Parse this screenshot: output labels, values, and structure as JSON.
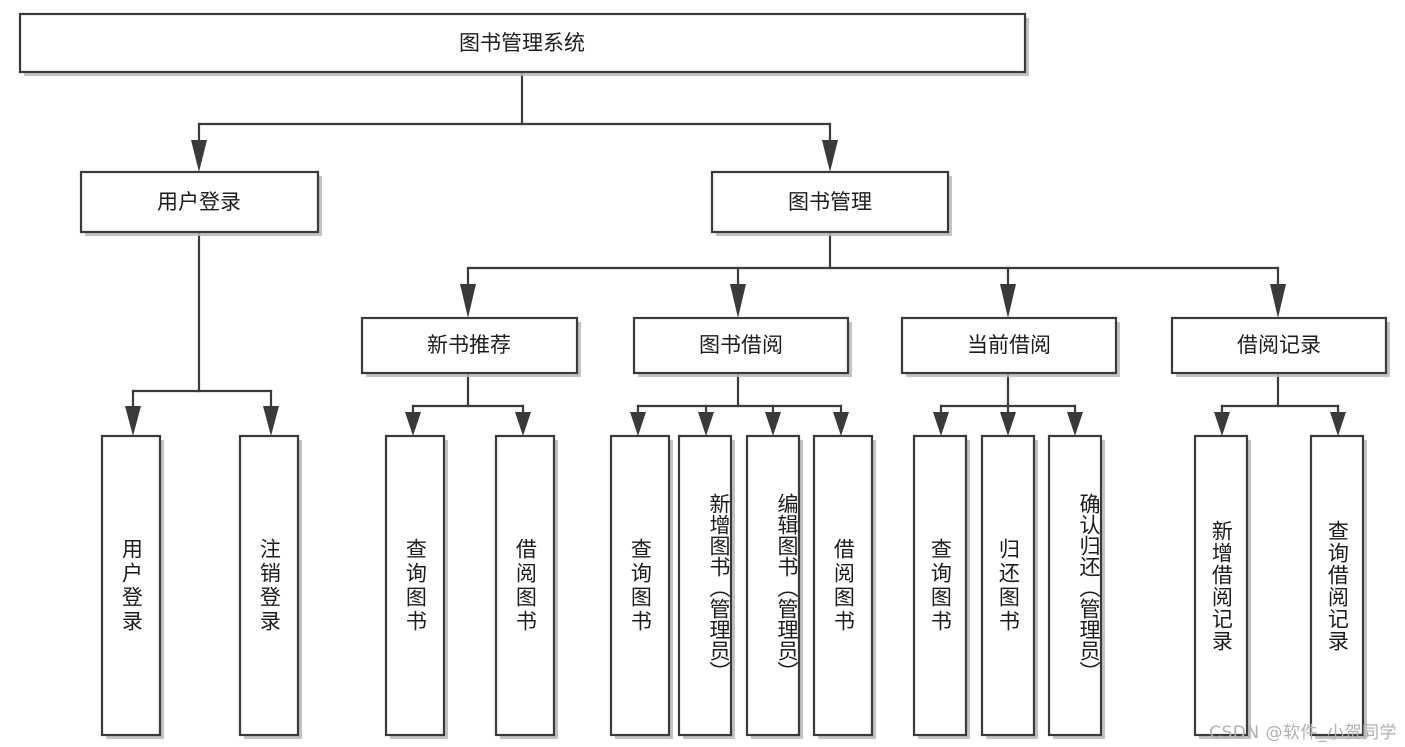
{
  "diagram": {
    "type": "tree-hierarchy-chart",
    "title": "图书管理系统",
    "root": {
      "id": "root",
      "label": "图书管理系统"
    },
    "level1": [
      {
        "id": "user-login",
        "label": "用户登录"
      },
      {
        "id": "book-management",
        "label": "图书管理"
      }
    ],
    "level2": [
      {
        "id": "new-book-recommend",
        "label": "新书推荐",
        "parent": "book-management"
      },
      {
        "id": "book-borrow",
        "label": "图书借阅",
        "parent": "book-management"
      },
      {
        "id": "current-borrow",
        "label": "当前借阅",
        "parent": "book-management"
      },
      {
        "id": "borrow-record",
        "label": "借阅记录",
        "parent": "book-management"
      }
    ],
    "leaves": [
      {
        "id": "leaf-user-login",
        "label": "用户登录",
        "parent": "user-login"
      },
      {
        "id": "leaf-logout-login",
        "label": "注销登录",
        "parent": "user-login"
      },
      {
        "id": "leaf-query-book-1",
        "label": "查询图书",
        "parent": "new-book-recommend"
      },
      {
        "id": "leaf-borrow-book-1",
        "label": "借阅图书",
        "parent": "new-book-recommend"
      },
      {
        "id": "leaf-query-book-2",
        "label": "查询图书",
        "parent": "book-borrow"
      },
      {
        "id": "leaf-add-book",
        "label": "新增图书（管理员）",
        "parent": "book-borrow"
      },
      {
        "id": "leaf-edit-book",
        "label": "编辑图书（管理员）",
        "parent": "book-borrow"
      },
      {
        "id": "leaf-borrow-book-2",
        "label": "借阅图书",
        "parent": "book-borrow"
      },
      {
        "id": "leaf-query-book-3",
        "label": "查询图书",
        "parent": "current-borrow"
      },
      {
        "id": "leaf-return-book",
        "label": "归还图书",
        "parent": "current-borrow"
      },
      {
        "id": "leaf-confirm-return",
        "label": "确认归还（管理员）",
        "parent": "current-borrow"
      },
      {
        "id": "leaf-add-record",
        "label": "新增借阅记录",
        "parent": "borrow-record"
      },
      {
        "id": "leaf-query-record",
        "label": "查询借阅记录",
        "parent": "borrow-record"
      }
    ],
    "colors": {
      "stroke": "#3a3a3a",
      "fill": "#ffffff",
      "text": "#1c1c1c",
      "shadow": "#b9b9b9",
      "watermark": "#b0b0b0"
    }
  },
  "watermark": {
    "text": "CSDN @软件_小贺同学"
  }
}
